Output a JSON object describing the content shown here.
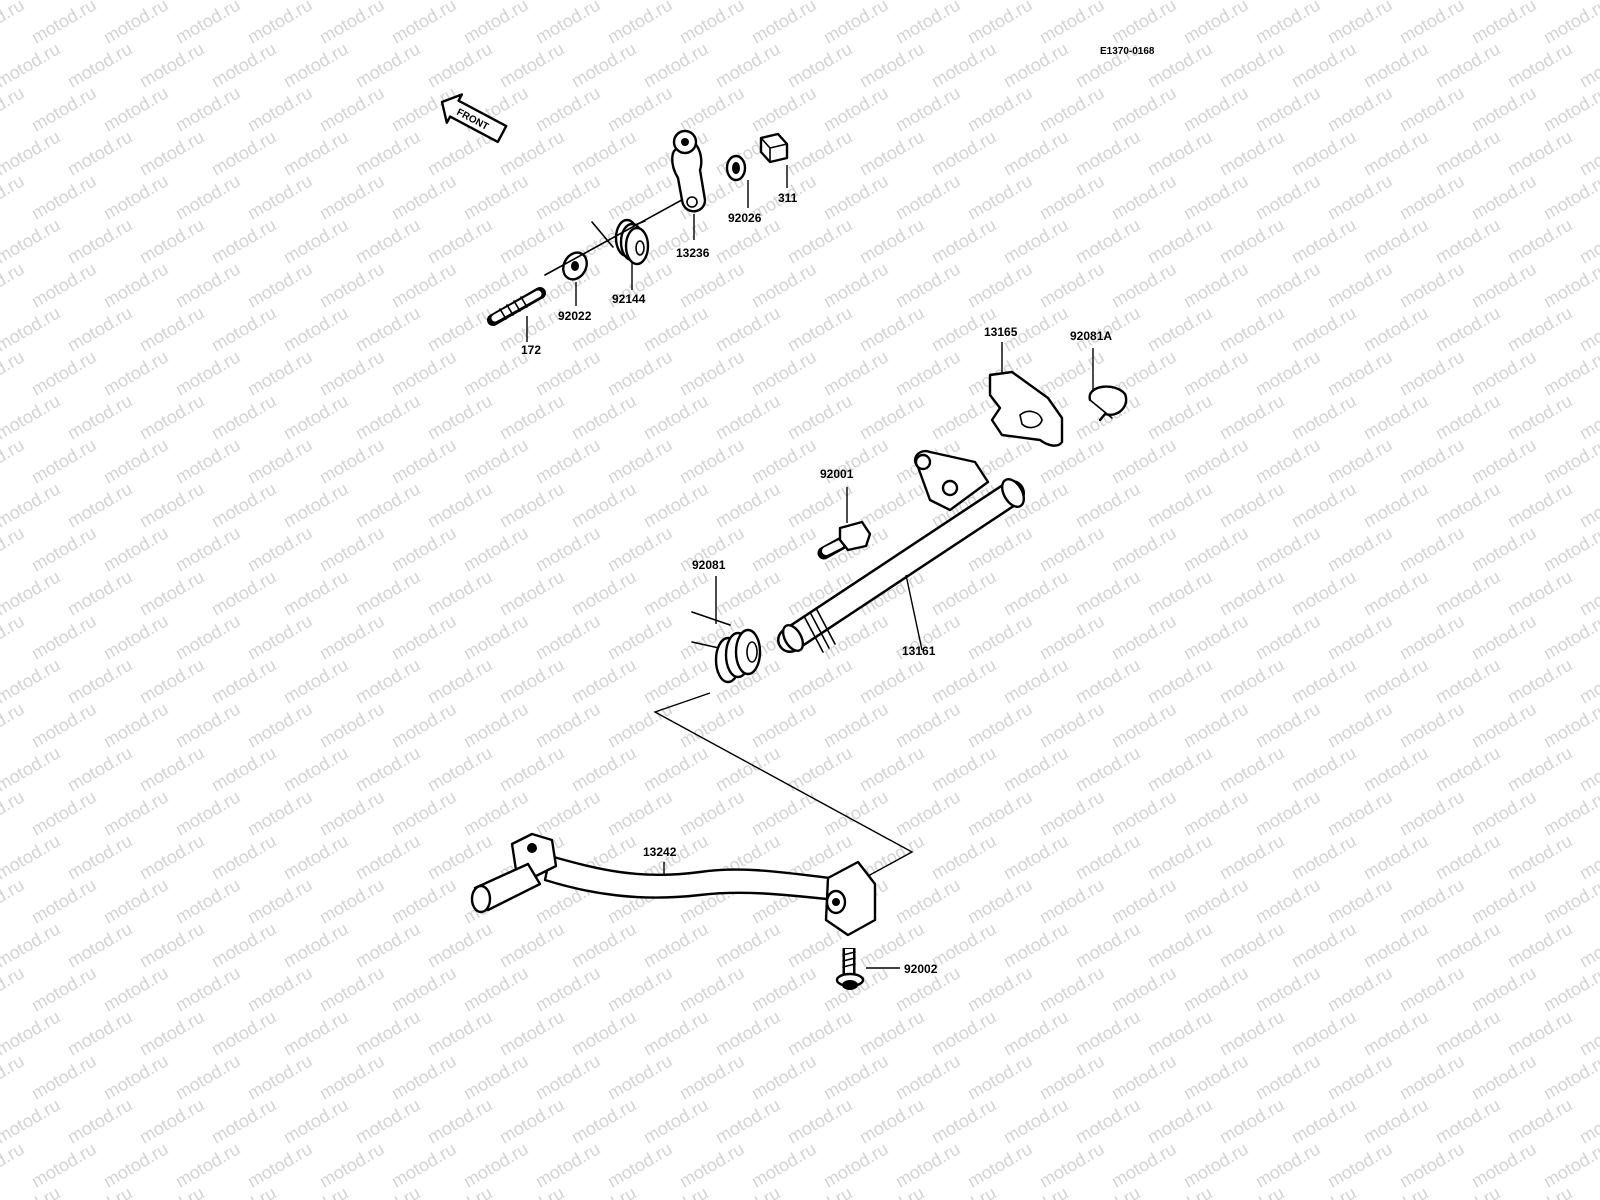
{
  "diagram_code": "E1370-0168",
  "front_label": "FRONT",
  "watermark_text": "motod.ru",
  "labels": {
    "p311": "311",
    "p92026": "92026",
    "p13236": "13236",
    "p92144": "92144",
    "p92022": "92022",
    "p172": "172",
    "p13165": "13165",
    "p92081a": "92081A",
    "p92001": "92001",
    "p92081": "92081",
    "p13161": "13161",
    "p13242": "13242",
    "p92002": "92002"
  }
}
